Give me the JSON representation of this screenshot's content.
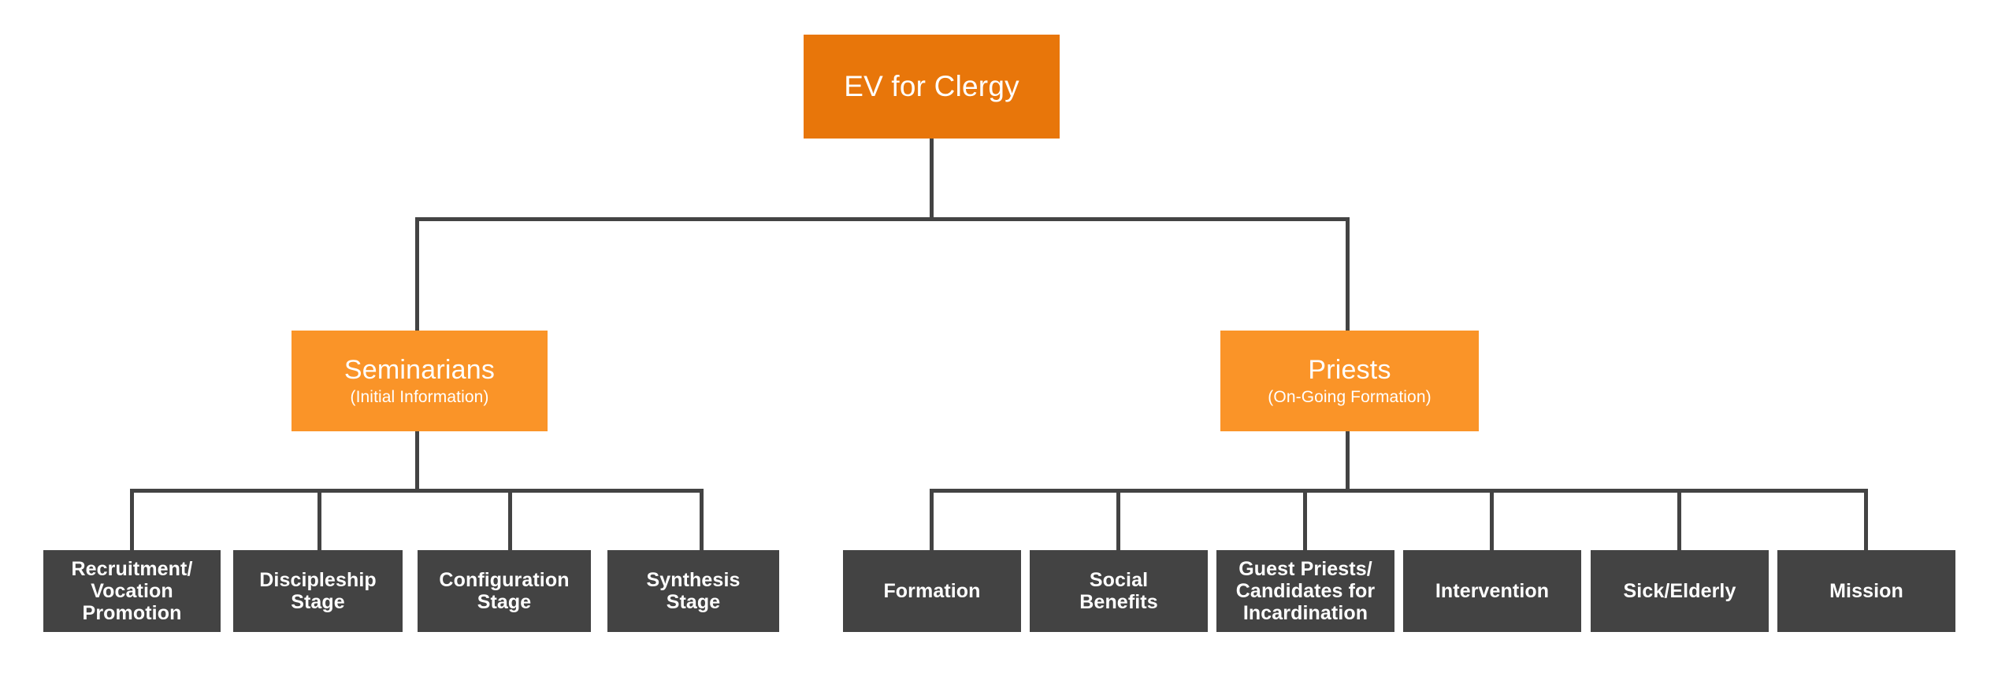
{
  "chart": {
    "type": "org-chart",
    "orientation": "top-down",
    "background_color": "#FFFFFF",
    "connector_color": "#434343",
    "levels": 3,
    "root": {
      "label": "EV for Clergy",
      "color": "#E8760A"
    },
    "branches": [
      {
        "label": "Seminarians",
        "subtitle": "(Initial Information)",
        "color": "#FA9428",
        "children": [
          {
            "label": "Recruitment/\nVocation\nPromotion",
            "color": "#434343"
          },
          {
            "label": "Discipleship\nStage",
            "color": "#434343"
          },
          {
            "label": "Configuration\nStage",
            "color": "#434343"
          },
          {
            "label": "Synthesis\nStage",
            "color": "#434343"
          }
        ]
      },
      {
        "label": "Priests",
        "subtitle": "(On-Going Formation)",
        "color": "#FA9428",
        "children": [
          {
            "label": "Formation",
            "color": "#434343"
          },
          {
            "label": "Social\nBenefits",
            "color": "#434343"
          },
          {
            "label": "Guest Priests/\nCandidates for\nIncardination",
            "color": "#434343"
          },
          {
            "label": "Intervention",
            "color": "#434343"
          },
          {
            "label": "Sick/Elderly",
            "color": "#434343"
          },
          {
            "label": "Mission",
            "color": "#434343"
          }
        ]
      }
    ]
  }
}
